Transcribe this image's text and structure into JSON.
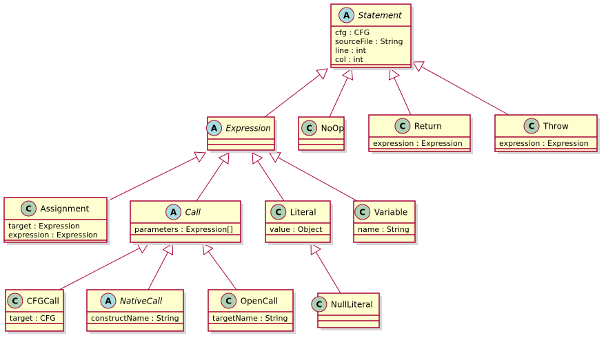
{
  "colors": {
    "box_fill": "#FEFECE",
    "border": "#A80036",
    "class_badge": "#ADD1B2",
    "abstract_badge": "#A9DCDF"
  },
  "classes": [
    {
      "id": "statement",
      "name": "Statement",
      "kind": "abstract",
      "badge": "A",
      "attributes": [
        "cfg : CFG",
        "sourceFile : String",
        "line : int",
        "col : int"
      ]
    },
    {
      "id": "expression",
      "name": "Expression",
      "kind": "abstract",
      "badge": "A",
      "attributes": []
    },
    {
      "id": "noop",
      "name": "NoOp",
      "kind": "class",
      "badge": "C",
      "attributes": []
    },
    {
      "id": "return",
      "name": "Return",
      "kind": "class",
      "badge": "C",
      "attributes": [
        "expression : Expression"
      ]
    },
    {
      "id": "throw",
      "name": "Throw",
      "kind": "class",
      "badge": "C",
      "attributes": [
        "expression : Expression"
      ]
    },
    {
      "id": "assignment",
      "name": "Assignment",
      "kind": "class",
      "badge": "C",
      "attributes": [
        "target : Expression",
        "expression : Expression"
      ]
    },
    {
      "id": "call",
      "name": "Call",
      "kind": "abstract",
      "badge": "A",
      "attributes": [
        "parameters : Expression[]"
      ]
    },
    {
      "id": "literal",
      "name": "Literal",
      "kind": "class",
      "badge": "C",
      "attributes": [
        "value : Object"
      ]
    },
    {
      "id": "variable",
      "name": "Variable",
      "kind": "class",
      "badge": "C",
      "attributes": [
        "name : String"
      ]
    },
    {
      "id": "cfgcall",
      "name": "CFGCall",
      "kind": "class",
      "badge": "C",
      "attributes": [
        "target : CFG"
      ]
    },
    {
      "id": "nativecall",
      "name": "NativeCall",
      "kind": "abstract",
      "badge": "A",
      "attributes": [
        "constructName : String"
      ]
    },
    {
      "id": "opencall",
      "name": "OpenCall",
      "kind": "class",
      "badge": "C",
      "attributes": [
        "targetName : String"
      ]
    },
    {
      "id": "nullliteral",
      "name": "NullLiteral",
      "kind": "class",
      "badge": "C",
      "attributes": []
    }
  ],
  "inheritance": [
    {
      "child": "expression",
      "parent": "statement"
    },
    {
      "child": "noop",
      "parent": "statement"
    },
    {
      "child": "return",
      "parent": "statement"
    },
    {
      "child": "throw",
      "parent": "statement"
    },
    {
      "child": "assignment",
      "parent": "expression"
    },
    {
      "child": "call",
      "parent": "expression"
    },
    {
      "child": "literal",
      "parent": "expression"
    },
    {
      "child": "variable",
      "parent": "expression"
    },
    {
      "child": "cfgcall",
      "parent": "call"
    },
    {
      "child": "nativecall",
      "parent": "call"
    },
    {
      "child": "opencall",
      "parent": "call"
    },
    {
      "child": "nullliteral",
      "parent": "literal"
    }
  ]
}
